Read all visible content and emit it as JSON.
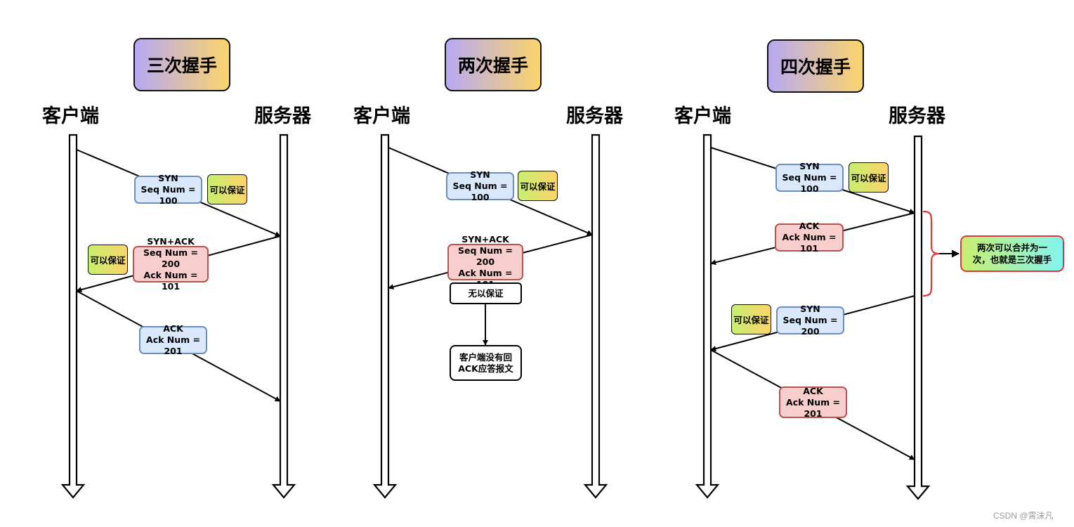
{
  "panels": [
    {
      "title": "三次握手",
      "client": "客户端",
      "server": "服务器",
      "messages": [
        {
          "line1": "SYN",
          "line2": "Seq Num = 100"
        },
        {
          "line1": "SYN+ACK",
          "line2": "Seq Num = 200",
          "line3": "Ack Num = 101"
        },
        {
          "line1": "ACK",
          "line2": "Ack Num = 201"
        }
      ],
      "tags": [
        "可以保证",
        "可以保证"
      ]
    },
    {
      "title": "两次握手",
      "client": "客户端",
      "server": "服务器",
      "messages": [
        {
          "line1": "SYN",
          "line2": "Seq Num = 100"
        },
        {
          "line1": "SYN+ACK",
          "line2": "Seq Num = 200",
          "line3": "Ack Num = 101"
        }
      ],
      "tags": [
        "可以保证"
      ],
      "no_guarantee": "无以保证",
      "result": {
        "line1": "客户端没有回",
        "line2": "ACK应答报文"
      }
    },
    {
      "title": "四次握手",
      "client": "客户端",
      "server": "服务器",
      "messages": [
        {
          "line1": "SYN",
          "line2": "Seq Num = 100"
        },
        {
          "line1": "ACK",
          "line2": "Ack Num = 101"
        },
        {
          "line1": "SYN",
          "line2": "Seq Num = 200"
        },
        {
          "line1": "ACK",
          "line2": "Ack Num = 201"
        }
      ],
      "tags": [
        "可以保证",
        "可以保证"
      ],
      "merge_note": {
        "line1": "两次可以合并为一",
        "line2": "次，也就是三次握手"
      }
    }
  ],
  "watermark": "CSDN @霄沫凡"
}
